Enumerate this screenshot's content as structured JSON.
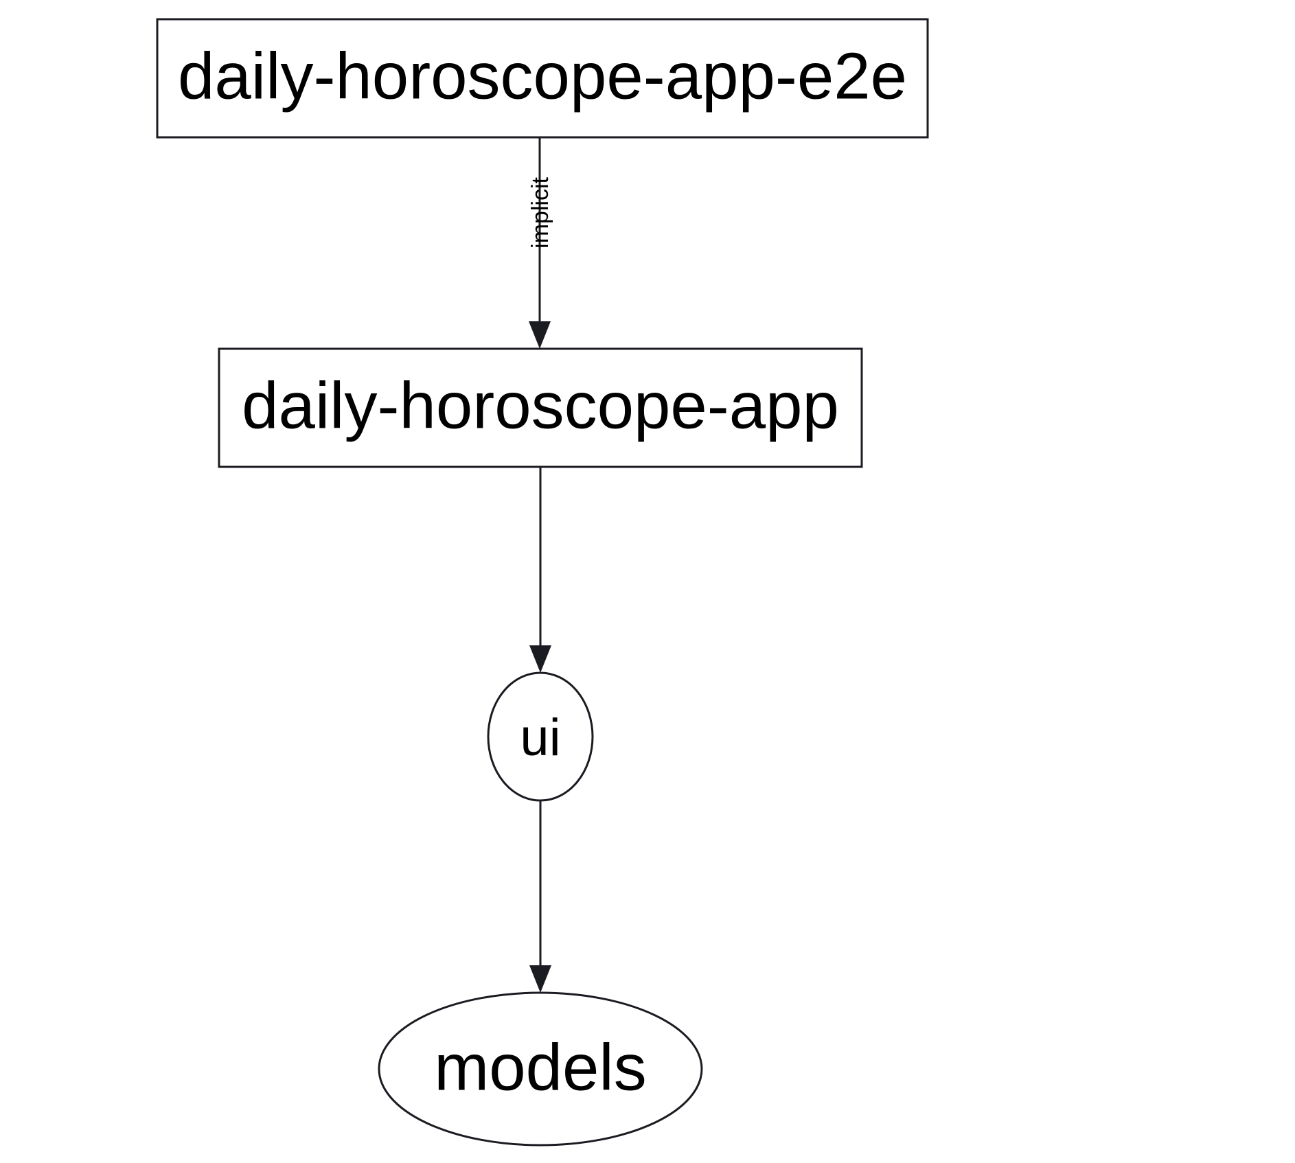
{
  "diagram": {
    "type": "dependency-graph",
    "background_color": "#ffffff",
    "stroke_color": "#1b1b22",
    "text_color": "#000000",
    "nodes": [
      {
        "id": "daily-horoscope-app-e2e",
        "label": "daily-horoscope-app-e2e",
        "shape": "rectangle"
      },
      {
        "id": "daily-horoscope-app",
        "label": "daily-horoscope-app",
        "shape": "rectangle"
      },
      {
        "id": "ui",
        "label": "ui",
        "shape": "circle"
      },
      {
        "id": "models",
        "label": "models",
        "shape": "ellipse"
      }
    ],
    "edges": [
      {
        "from": "daily-horoscope-app-e2e",
        "to": "daily-horoscope-app",
        "label": "implicit",
        "arrow": "down"
      },
      {
        "from": "daily-horoscope-app",
        "to": "ui",
        "label": "",
        "arrow": "down"
      },
      {
        "from": "ui",
        "to": "models",
        "label": "",
        "arrow": "down"
      }
    ]
  }
}
